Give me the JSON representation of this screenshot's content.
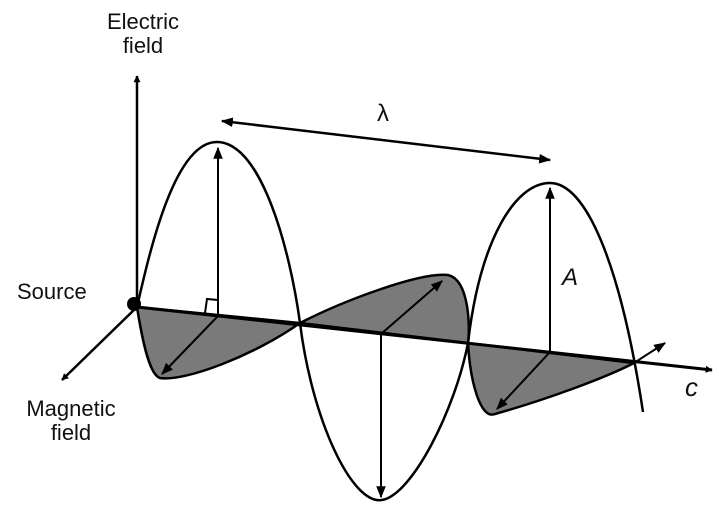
{
  "labels": {
    "electric_line1": "Electric",
    "electric_line2": "field",
    "source": "Source",
    "magnetic_line1": "Magnetic",
    "magnetic_line2": "field",
    "wavelength": "λ",
    "amplitude": "A",
    "speed": "c"
  },
  "colors": {
    "stroke": "#000000",
    "magnetic_fill": "#7a7a7a",
    "background": "#ffffff"
  }
}
